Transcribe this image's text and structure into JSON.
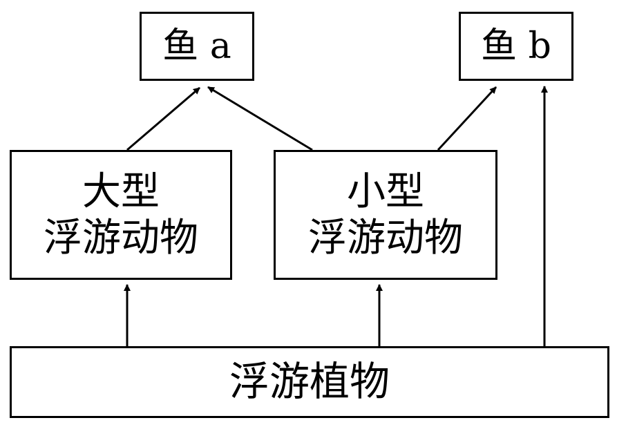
{
  "nodes": {
    "fish_a": {
      "label": "鱼 a"
    },
    "fish_b": {
      "label": "鱼 b"
    },
    "large_zooplankton": {
      "line1": "大型",
      "line2": "浮游动物"
    },
    "small_zooplankton": {
      "line1": "小型",
      "line2": "浮游动物"
    },
    "phytoplankton": {
      "label": "浮游植物"
    }
  },
  "edges": [
    {
      "from": "浮游植物",
      "to": "大型浮游动物"
    },
    {
      "from": "浮游植物",
      "to": "小型浮游动物"
    },
    {
      "from": "浮游植物",
      "to": "鱼 b"
    },
    {
      "from": "大型浮游动物",
      "to": "鱼 a"
    },
    {
      "from": "小型浮游动物",
      "to": "鱼 a"
    },
    {
      "from": "小型浮游动物",
      "to": "鱼 b"
    }
  ]
}
